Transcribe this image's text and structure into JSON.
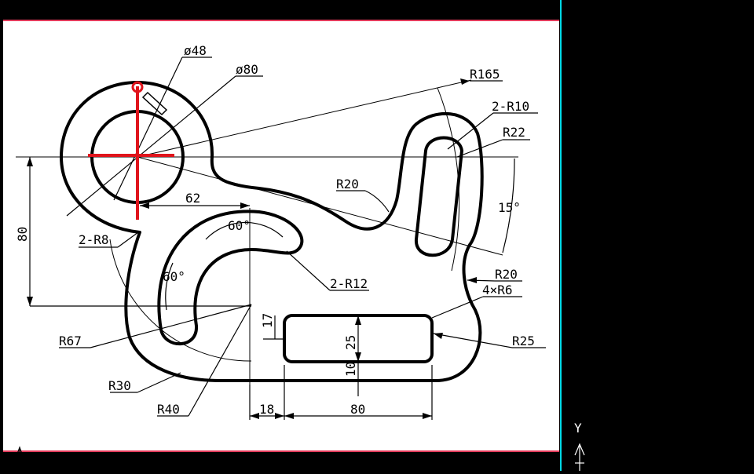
{
  "dimensions": {
    "dia48": "ø48",
    "dia80": "ø80",
    "r165": "R165",
    "r10": "2-R10",
    "r22": "R22",
    "r20_mid": "R20",
    "ang15": "15°",
    "r20_right": "R20",
    "r6": "4×R6",
    "r25": "R25",
    "d62": "62",
    "d80_left": "80",
    "r8": "2-R8",
    "ang60_top": "60°",
    "ang60_left": "60°",
    "r12": "2-R12",
    "d17": "17",
    "d25": "25",
    "d10": "10",
    "r67": "R67",
    "r30": "R30",
    "r40": "R40",
    "d18": "18",
    "d80_bottom": "80"
  },
  "ucs": {
    "y_label": "Y"
  },
  "colors": {
    "sheet": "#ffffff",
    "background": "#000000",
    "frame_accent": "#00d8e6",
    "border_accent": "#e23a5a",
    "marker": "#e0141c"
  }
}
